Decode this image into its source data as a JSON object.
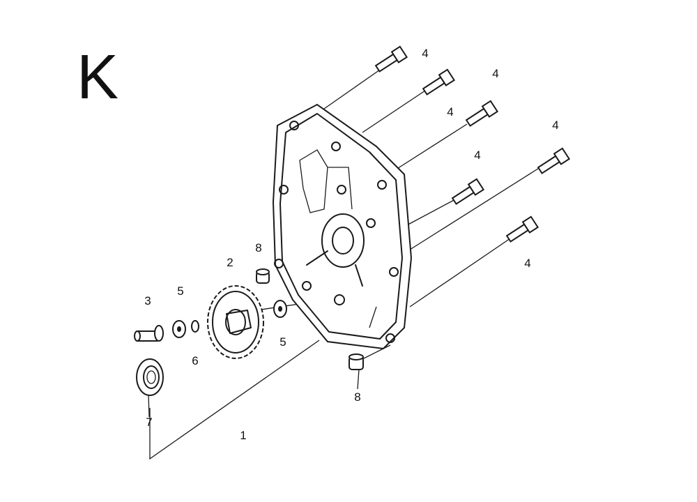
{
  "section_letter": "K",
  "callouts": [
    {
      "id": "c1",
      "text": "1"
    },
    {
      "id": "c2",
      "text": "2"
    },
    {
      "id": "c3",
      "text": "3"
    },
    {
      "id": "c4a",
      "text": "4"
    },
    {
      "id": "c4b",
      "text": "4"
    },
    {
      "id": "c4c",
      "text": "4"
    },
    {
      "id": "c4d",
      "text": "4"
    },
    {
      "id": "c4e",
      "text": "4"
    },
    {
      "id": "c4f",
      "text": "4"
    },
    {
      "id": "c5a",
      "text": "5"
    },
    {
      "id": "c5b",
      "text": "5"
    },
    {
      "id": "c6",
      "text": "6"
    },
    {
      "id": "c7",
      "text": "7"
    },
    {
      "id": "c8a",
      "text": "8"
    },
    {
      "id": "c8b",
      "text": "8"
    }
  ]
}
